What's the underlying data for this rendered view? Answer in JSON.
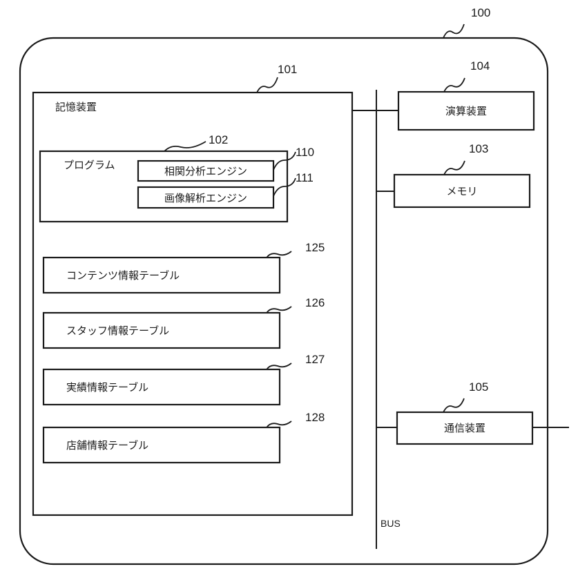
{
  "system": {
    "ref": "100"
  },
  "storage": {
    "label": "記憶装置",
    "ref": "101"
  },
  "program": {
    "label": "プログラム",
    "ref": "102",
    "engines": [
      {
        "label": "相関分析エンジン",
        "ref": "110"
      },
      {
        "label": "画像解析エンジン",
        "ref": "111"
      }
    ]
  },
  "tables": [
    {
      "label": "コンテンツ情報テーブル",
      "ref": "125"
    },
    {
      "label": "スタッフ情報テーブル",
      "ref": "126"
    },
    {
      "label": "実績情報テーブル",
      "ref": "127"
    },
    {
      "label": "店舗情報テーブル",
      "ref": "128"
    }
  ],
  "processor": {
    "label": "演算装置",
    "ref": "104"
  },
  "memory": {
    "label": "メモリ",
    "ref": "103"
  },
  "comm": {
    "label": "通信装置",
    "ref": "105"
  },
  "bus": {
    "label": "BUS"
  }
}
